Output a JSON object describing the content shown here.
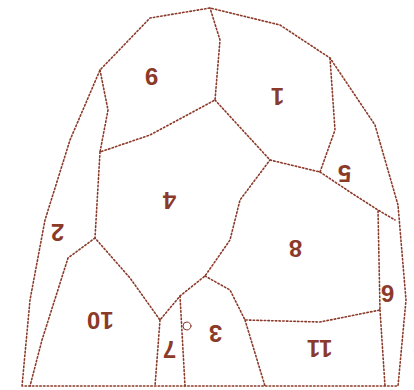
{
  "diagram": {
    "labels": [
      "9",
      "1",
      "5",
      "4",
      "2",
      "8",
      "6",
      "10",
      "7",
      "3",
      "11"
    ]
  }
}
